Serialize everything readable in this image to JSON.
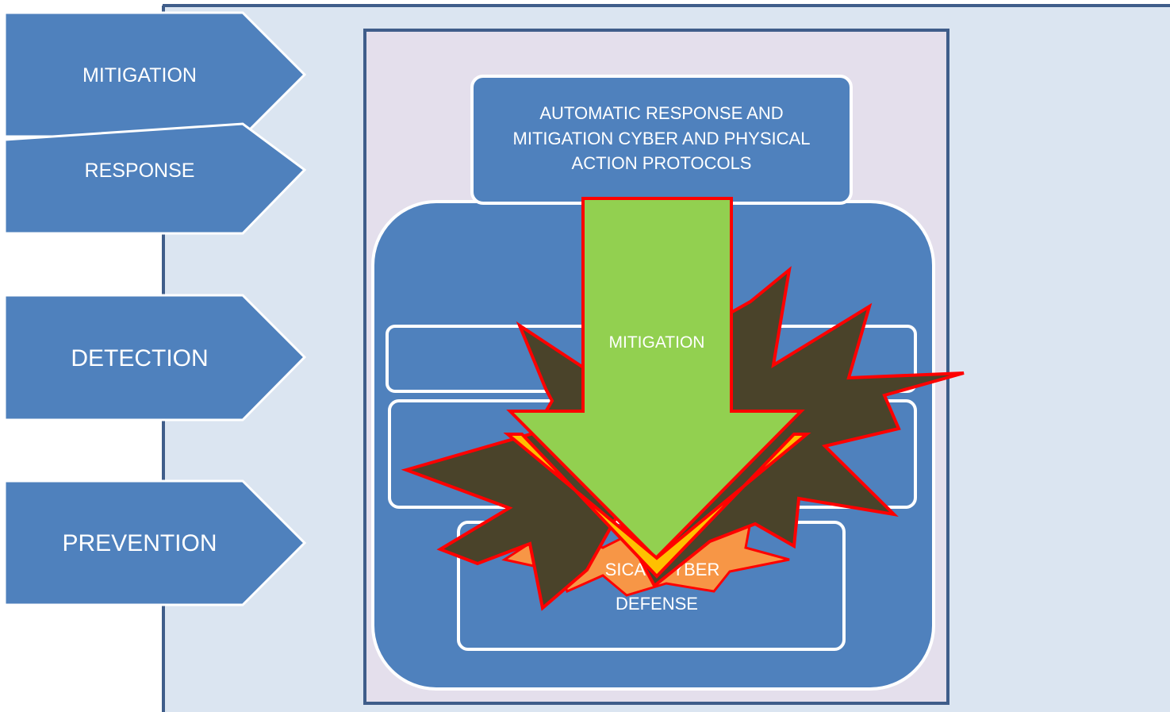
{
  "phases": [
    {
      "label": "MITIGATION"
    },
    {
      "label": "RESPONSE"
    },
    {
      "label": "DETECTION"
    },
    {
      "label": "PREVENTION"
    }
  ],
  "boxes": {
    "top": {
      "line1": "AUTOMATIC RESPONSE AND",
      "line2": "MITIGATION CYBER AND PHYSICAL",
      "line3": "ACTION PROTOCOLS"
    },
    "bottom": {
      "line1_visible": "SICAL CYBER",
      "line2": "DEFENSE"
    }
  },
  "arrow": {
    "label": "MITIGATION"
  },
  "colors": {
    "panel_bg": "#dbe5f1",
    "frame_border": "#3f5d8a",
    "box_blue": "#4f81bd",
    "frame_fill": "#e4dfec",
    "arrow_green": "#92d050",
    "arrow_outline": "#ff0000",
    "arrow_chevron": "#ffc000",
    "explosion_fill": "#4a432a",
    "explosion_secondary": "#f79646"
  }
}
